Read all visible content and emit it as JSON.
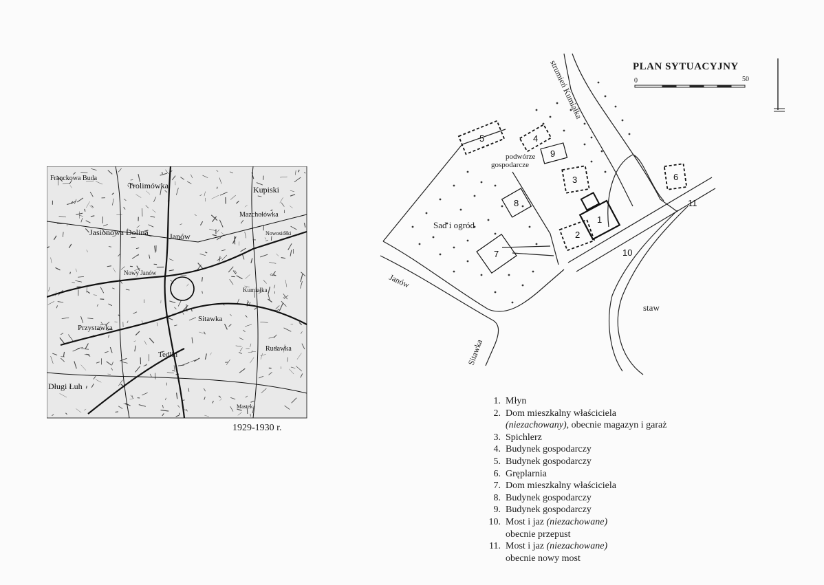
{
  "old_map": {
    "caption": "1929-1930 r.",
    "place_names": [
      "Franckowa Buda",
      "Trolimówka",
      "Kupiski",
      "Jasionowa Dolina",
      "Janów",
      "Mazchołówka",
      "Nowosiółki",
      "Nowy Janów",
      "Kumiałka",
      "Przystawka",
      "Sitawka",
      "Tedlin",
      "Rudawka",
      "Długi Łuh",
      "Mastek"
    ]
  },
  "site_plan": {
    "title": "PLAN SYTUACYJNY",
    "scale_start": "0",
    "scale_end": "50",
    "labels": {
      "stream": "strumień Kumiałka",
      "yard": [
        "podwórze",
        "gospodarcze"
      ],
      "orchard": "Sad i ogród",
      "pond": "staw",
      "road_west": "Janów",
      "road_south": "Sitawka"
    },
    "numbers": [
      "1",
      "2",
      "3",
      "4",
      "5",
      "6",
      "7",
      "8",
      "9",
      "10",
      "11"
    ]
  },
  "legend": [
    {
      "num": "1.",
      "text": "Młyn"
    },
    {
      "num": "2.",
      "text": "Dom mieszkalny właściciela",
      "note": "(niezachowany)",
      "rest": ", obecnie magazyn i garaż"
    },
    {
      "num": "3.",
      "text": "Spichlerz"
    },
    {
      "num": "4.",
      "text": "Budynek gospodarczy"
    },
    {
      "num": "5.",
      "text": "Budynek gospodarczy"
    },
    {
      "num": "6.",
      "text": "Gręplarnia"
    },
    {
      "num": "7.",
      "text": "Dom mieszkalny właściciela"
    },
    {
      "num": "8.",
      "text": "Budynek gospodarczy"
    },
    {
      "num": "9.",
      "text": "Budynek gospodarczy"
    },
    {
      "num": "10.",
      "text": "Most i jaz ",
      "note": "(niezachowane)",
      "rest2": "obecnie przepust"
    },
    {
      "num": "11.",
      "text": "Most i jaz ",
      "note": "(niezachowane)",
      "rest2": "obecnie nowy most"
    }
  ]
}
